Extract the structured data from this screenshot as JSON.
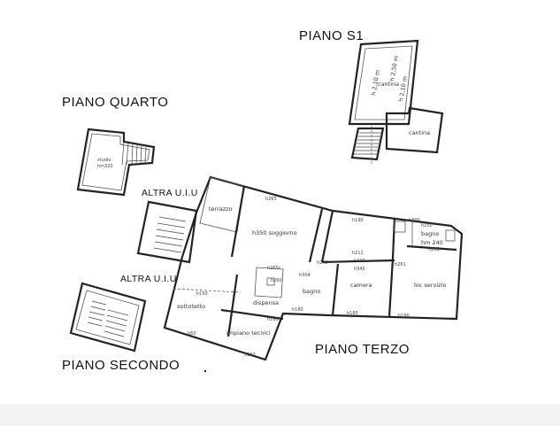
{
  "floor_labels": {
    "piano_s1": "PIANO S1",
    "piano_quarto": "PIANO QUARTO",
    "piano_terzo": "PIANO TERZO",
    "piano_secondo": "PIANO SECONDO"
  },
  "other_unit_labels": {
    "upper": "ALTRA U.I.U",
    "lower": "ALTRA U.I.U"
  },
  "cellar": {
    "h1": "h 2,10 m",
    "h2": "h 2,50 m",
    "h3": "h 2,10 m",
    "room": "cantina",
    "room2": "cantina"
  },
  "fourth_floor": {
    "room": "studio",
    "height": "hm320"
  },
  "third_floor": {
    "terrazzo": "terrazzo",
    "soggiorno": "h350 soggiorno",
    "h265": "h265",
    "h190": "h190",
    "h212": "h212",
    "h315": "h315",
    "h340": "h340",
    "h240": "h240",
    "h300": "h300",
    "h250": "h250",
    "h263": "h263",
    "h261": "h261",
    "h304": "h304",
    "h260_a": "h260",
    "h265b": "h265c",
    "h160": "h160",
    "h150": "h150",
    "h180": "h180",
    "dispensa": "dispensa",
    "bagno_room": "bagno",
    "camera": "camera",
    "bagno2": "bagno",
    "hm240": "hm 240",
    "locservizio": "loc servizio",
    "sottotetto": "sottotetto",
    "impianotecnico": "impiano tecnici",
    "h150b": "h150",
    "h60": "h60"
  },
  "colors": {
    "background": "#ffffff",
    "lines": "#222222",
    "bottom_band": "#f2f2f2"
  }
}
